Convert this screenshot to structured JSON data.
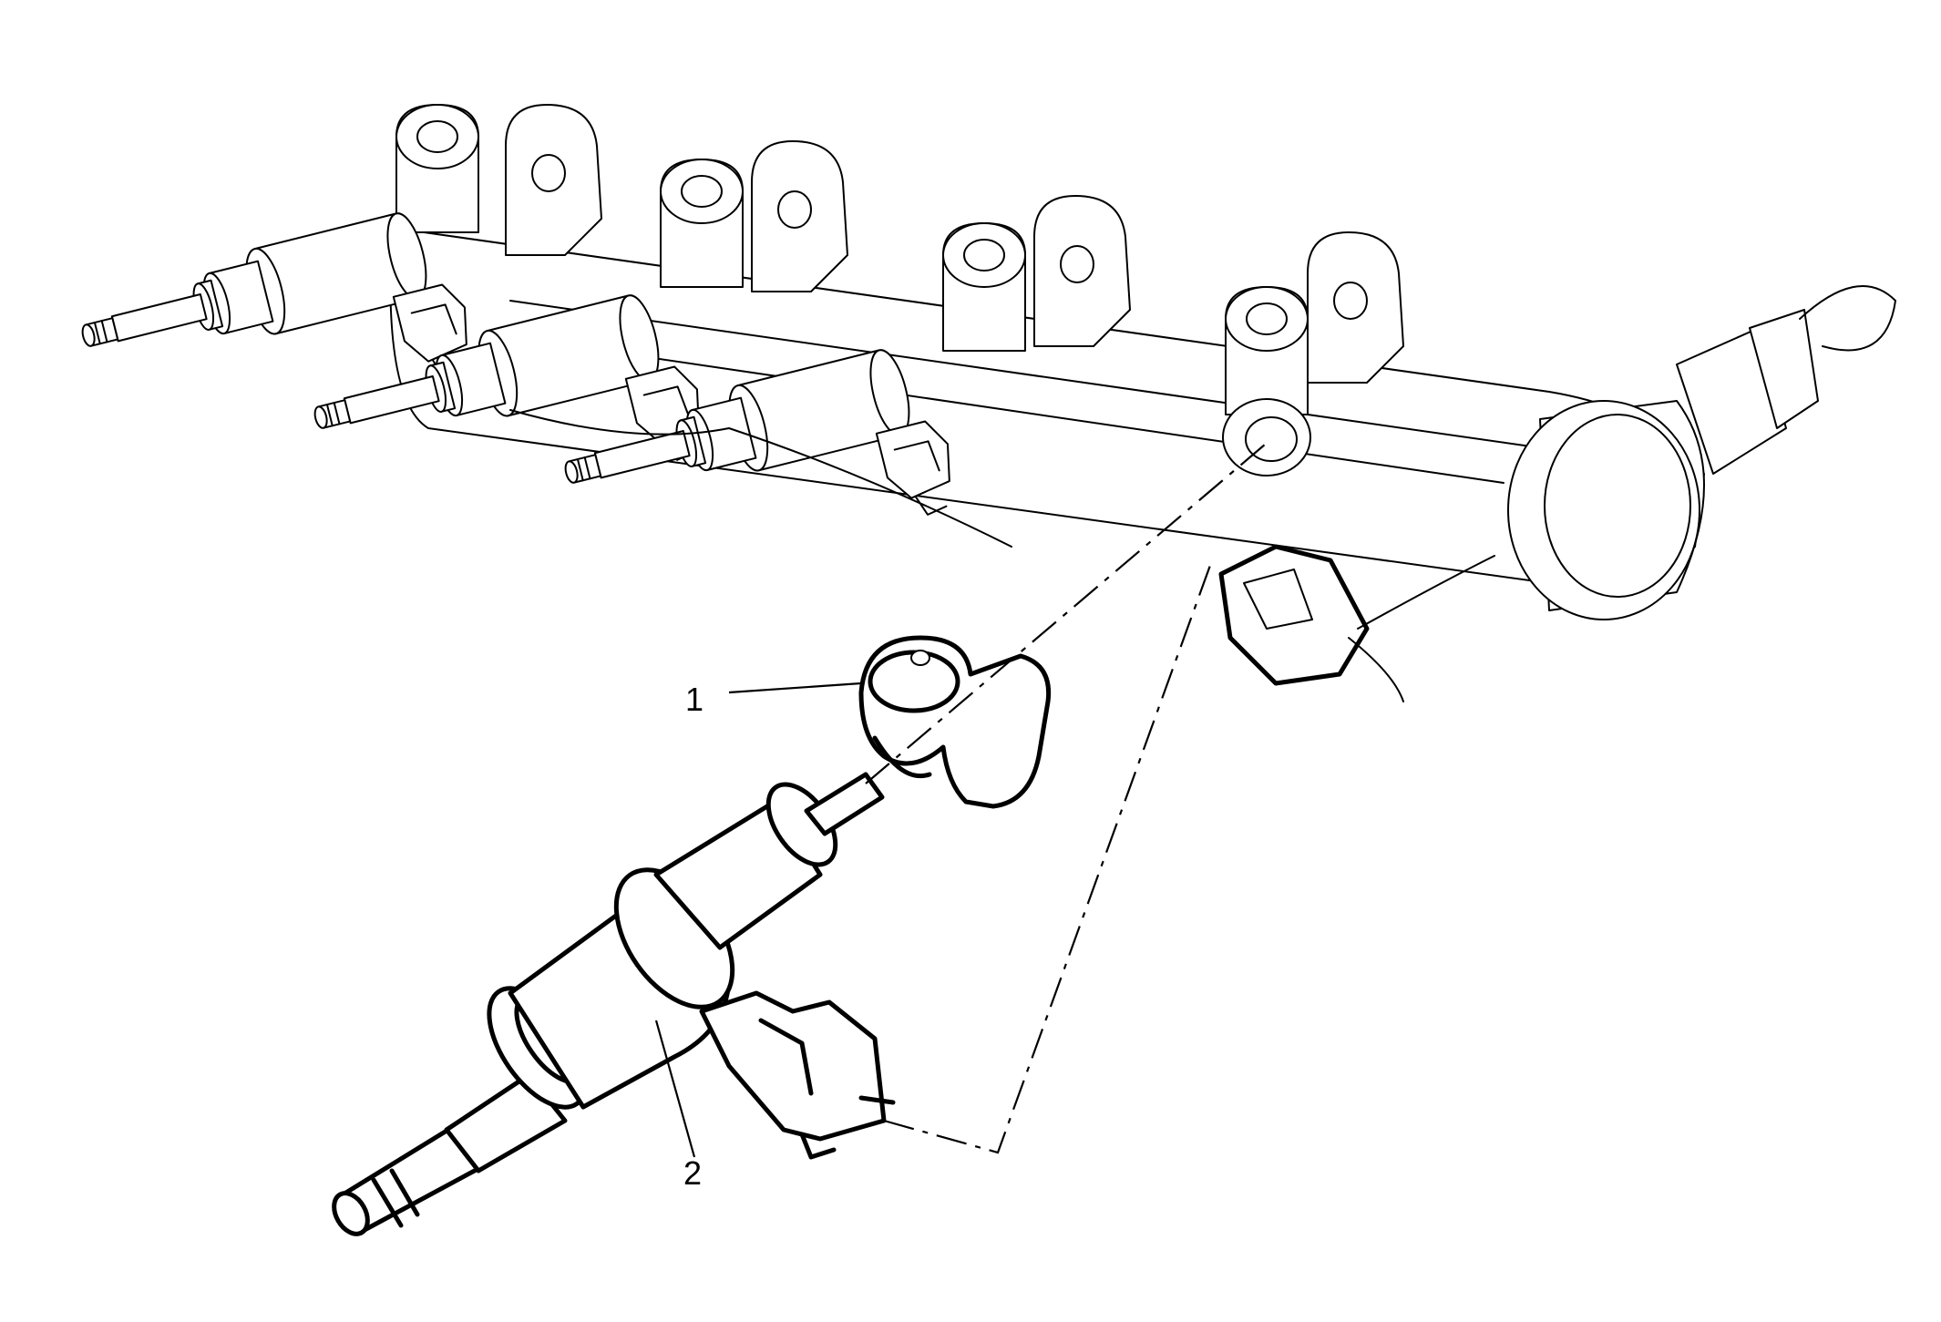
{
  "callouts": [
    {
      "id": "1",
      "label": "1"
    },
    {
      "id": "2",
      "label": "2"
    }
  ],
  "colors": {
    "background": "#ffffff",
    "linework": "#000000"
  }
}
